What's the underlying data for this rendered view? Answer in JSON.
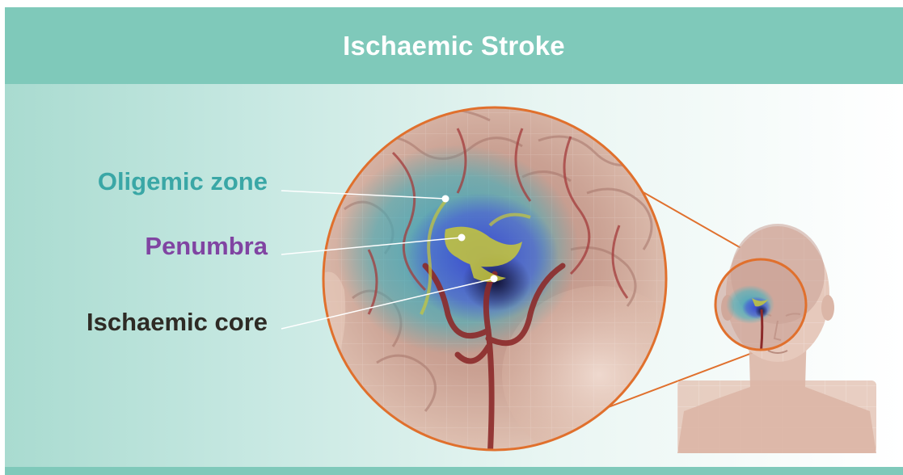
{
  "title": "Ischaemic Stroke",
  "labels": {
    "oligemic": "Oligemic zone",
    "penumbra": "Penumbra",
    "core": "Ischaemic core"
  },
  "colors": {
    "header": "#7fc9ba",
    "oligemic": "#3aa7a6",
    "penumbra": "#8044a2",
    "core": "#2e2b25",
    "callout_ring": "#e0702d",
    "vessel": "#8c2a2a",
    "blood_clot": "#c8c83a"
  },
  "icons": {
    "magnified_view": "brain-magnified-icon",
    "head": "head-icon"
  }
}
